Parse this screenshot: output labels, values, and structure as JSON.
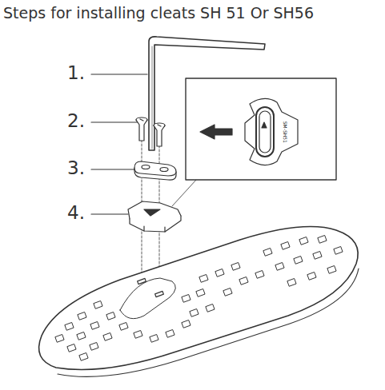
{
  "diagram": {
    "title": "Steps for installing cleats SH 51 Or SH56",
    "labels": [
      "1.",
      "2.",
      "3.",
      "4.",
      "SM-SH51"
    ]
  }
}
